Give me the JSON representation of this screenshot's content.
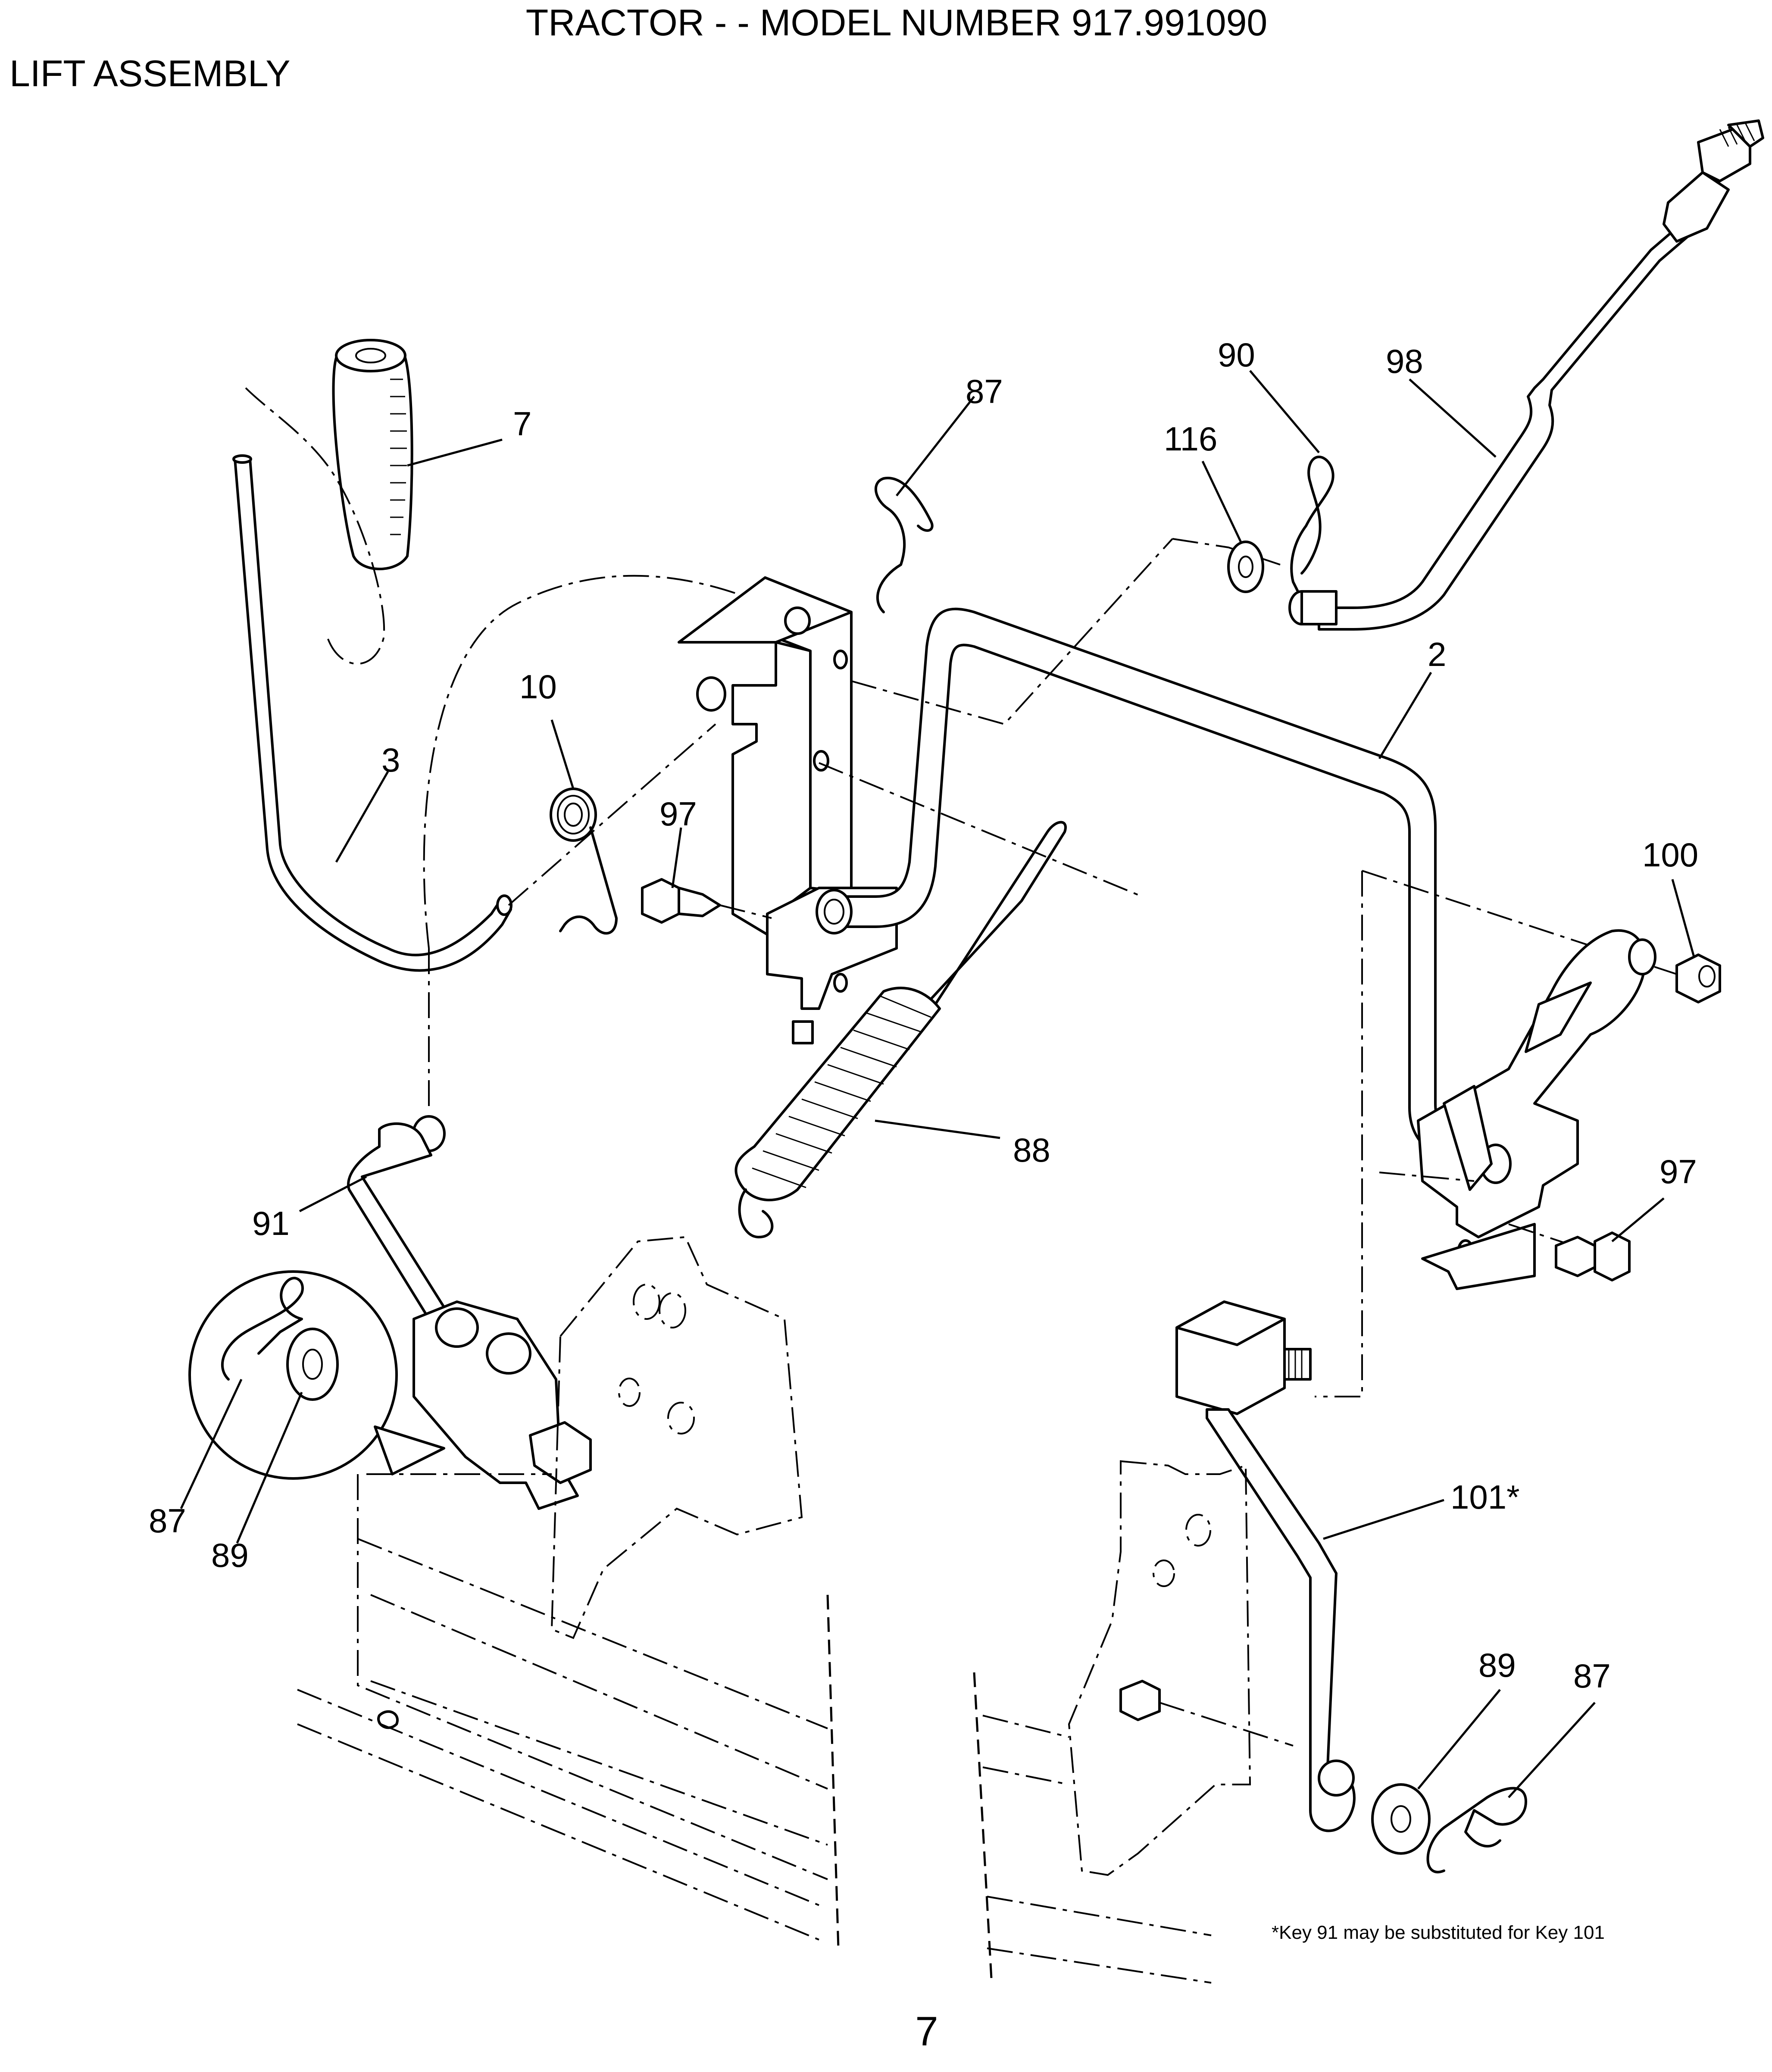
{
  "header": {
    "title": "TRACTOR - - MODEL NUMBER 917.991090",
    "section": "LIFT ASSEMBLY"
  },
  "callouts": {
    "c7": "7",
    "c87_top": "87",
    "c90": "90",
    "c98": "98",
    "c116": "116",
    "c2": "2",
    "c10": "10",
    "c3": "3",
    "c97_left": "97",
    "c100": "100",
    "c88": "88",
    "c97_right": "97",
    "c91": "91",
    "c87_detail": "87",
    "c89_detail": "89",
    "c101": "101*",
    "c89_bottom": "89",
    "c87_bottom": "87"
  },
  "footnote": "*Key 91 may be substituted for Key 101",
  "page_number": "7"
}
